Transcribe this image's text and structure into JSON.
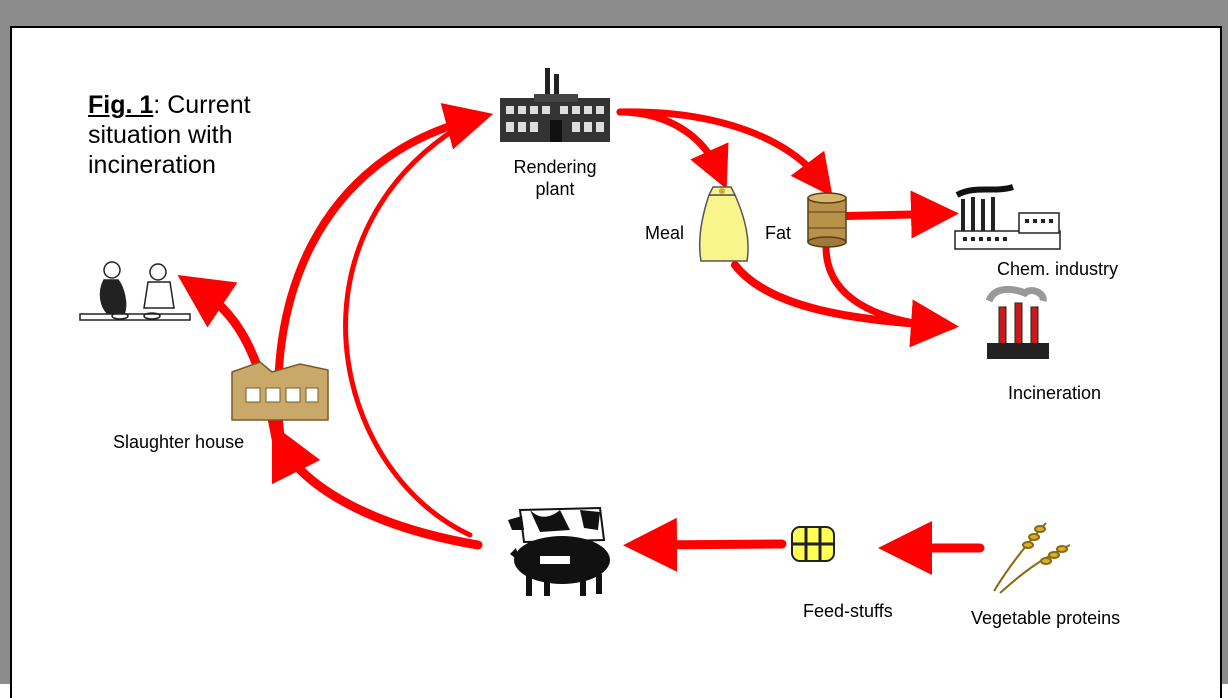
{
  "title": {
    "prefix": "Fig. 1",
    "text": ": Current situation with incineration"
  },
  "nodes": {
    "rendering_plant": {
      "label_line1": "Rendering",
      "label_line2": "plant"
    },
    "meal": {
      "label": "Meal"
    },
    "fat": {
      "label": "Fat"
    },
    "chem_industry": {
      "label": "Chem. industry"
    },
    "incineration": {
      "label": "Incineration"
    },
    "slaughter_house": {
      "label": "Slaughter house"
    },
    "feed_stuffs": {
      "label": "Feed-stuffs"
    },
    "vegetable_proteins": {
      "label": "Vegetable proteins"
    }
  },
  "colors": {
    "arrow": "#ff0000",
    "frame_shadow": "#8c8c8c",
    "bag": "#f7f58c",
    "barrel": "#b8914a",
    "brick": "#c9a96a",
    "chimney_red": "#cc1a1a",
    "feed": "#ffff55"
  }
}
